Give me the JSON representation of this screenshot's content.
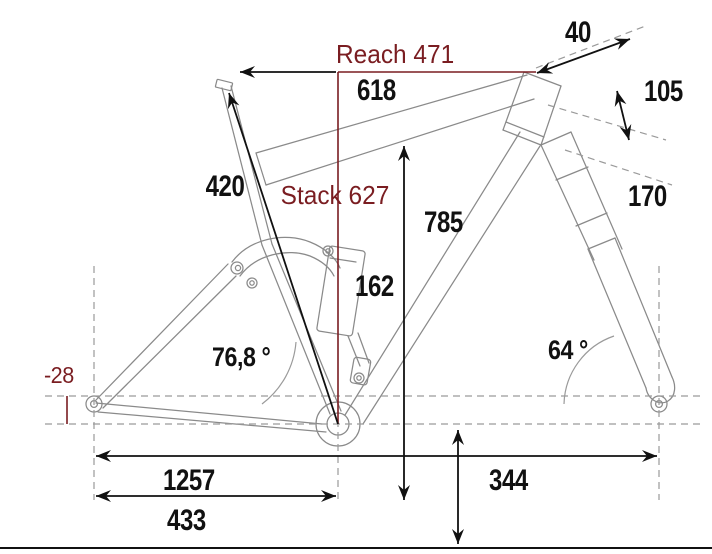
{
  "diagram": {
    "title": "Bicycle frame geometry diagram",
    "type": "technical-drawing",
    "units": "mm (lengths) / degrees (angles)",
    "colors": {
      "accent_red": "#7a1d21",
      "line_black": "#111111",
      "frame_gray": "#8a8a8a",
      "dash_gray": "#9a9a9a",
      "background": "#ffffff"
    },
    "labels": {
      "reach": "Reach 471",
      "stack": "Stack 627",
      "bb_offset": "-28",
      "top_tube": "618",
      "seat_tube": "420",
      "stem_spacer": "40",
      "head_tube": "105",
      "fork_travel": "170",
      "standover": "785",
      "shock_stroke": "162",
      "seat_angle": "76,8 °",
      "head_angle": "64 °",
      "wheelbase": "1257",
      "chainstay": "433",
      "front_center": "344"
    },
    "measurements": [
      {
        "name": "reach",
        "value": 471,
        "unit": "mm",
        "label": "Reach 471",
        "color": "#7a1d21"
      },
      {
        "name": "stack",
        "value": 627,
        "unit": "mm",
        "label": "Stack 627",
        "color": "#7a1d21"
      },
      {
        "name": "bb-offset",
        "value": -28,
        "unit": "mm",
        "label": "-28",
        "color": "#7a1d21"
      },
      {
        "name": "top-tube",
        "value": 618,
        "unit": "mm",
        "label": "618",
        "color": "#111111"
      },
      {
        "name": "seat-tube",
        "value": 420,
        "unit": "mm",
        "label": "420",
        "color": "#111111"
      },
      {
        "name": "stem-spacer",
        "value": 40,
        "unit": "mm",
        "label": "40",
        "color": "#111111"
      },
      {
        "name": "head-tube",
        "value": 105,
        "unit": "mm",
        "label": "105",
        "color": "#111111"
      },
      {
        "name": "fork-travel",
        "value": 170,
        "unit": "mm",
        "label": "170",
        "color": "#111111"
      },
      {
        "name": "standover",
        "value": 785,
        "unit": "mm",
        "label": "785",
        "color": "#111111"
      },
      {
        "name": "shock-height",
        "value": 162,
        "unit": "mm",
        "label": "162",
        "color": "#111111"
      },
      {
        "name": "seat-angle",
        "value": 76.8,
        "unit": "deg",
        "label": "76,8 °",
        "color": "#111111"
      },
      {
        "name": "head-angle",
        "value": 64,
        "unit": "deg",
        "label": "64 °",
        "color": "#111111"
      },
      {
        "name": "wheelbase",
        "value": 1257,
        "unit": "mm",
        "label": "1257",
        "color": "#111111"
      },
      {
        "name": "chainstay",
        "value": 433,
        "unit": "mm",
        "label": "433",
        "color": "#111111"
      },
      {
        "name": "front-center",
        "value": 344,
        "unit": "mm",
        "label": "344",
        "color": "#111111"
      }
    ]
  }
}
